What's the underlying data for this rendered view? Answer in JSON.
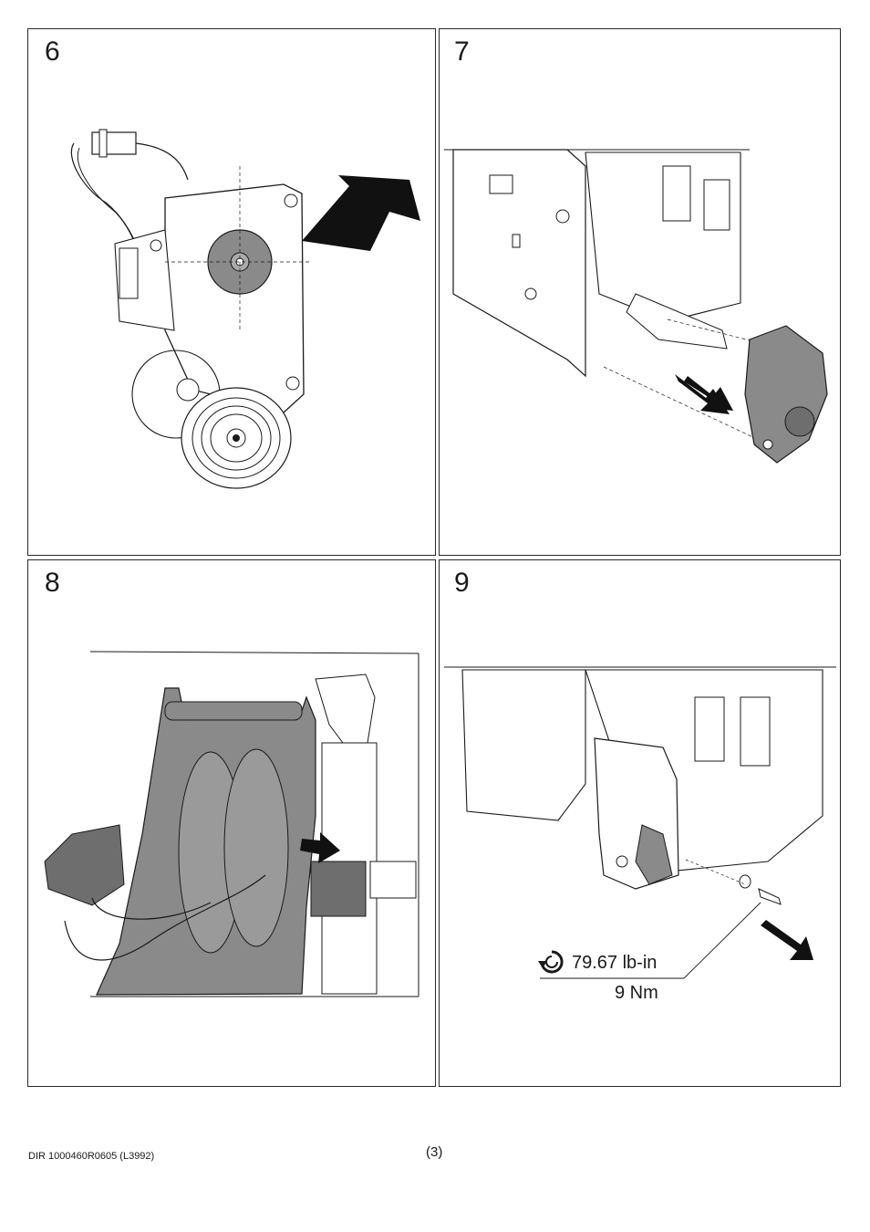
{
  "steps": [
    {
      "number": "6"
    },
    {
      "number": "7"
    },
    {
      "number": "8"
    },
    {
      "number": "9"
    }
  ],
  "torque": {
    "imperial": "79.67 lb-in",
    "metric": "9 Nm",
    "icon": "rotation-icon"
  },
  "footer": {
    "document_id": "DIR 1000460R0605 (L3992)",
    "page_number": "(3)"
  },
  "colors": {
    "line": "#1a1a1a",
    "part_fill": "#8a8a8a",
    "part_dark": "#6e6e6e",
    "arrow": "#111111"
  }
}
